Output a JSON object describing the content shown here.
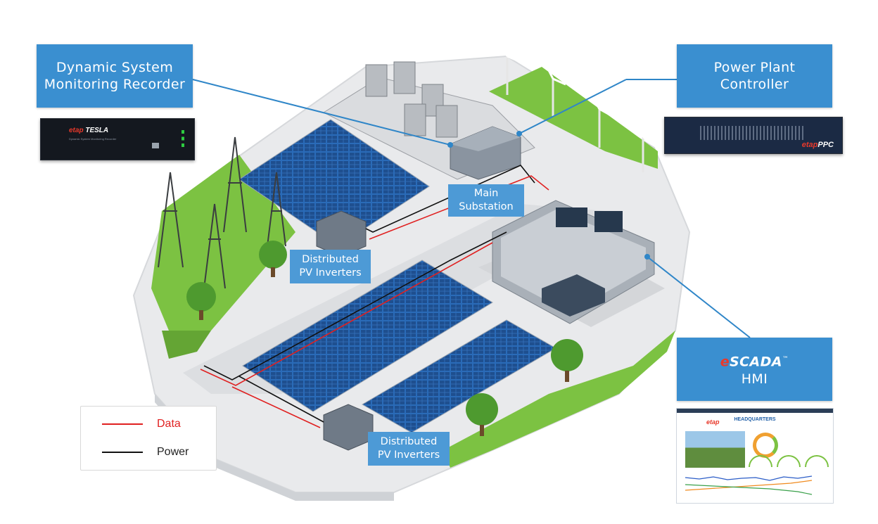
{
  "callouts": {
    "dsmr": {
      "line1": "Dynamic System",
      "line2": "Monitoring Recorder"
    },
    "ppc": {
      "line1": "Power Plant",
      "line2": "Controller"
    },
    "escada": {
      "brand_e": "e",
      "brand_rest": "SCADA",
      "tm": "™",
      "line2": "HMI"
    }
  },
  "labels": {
    "substation": {
      "line1": "Main",
      "line2": "Substation"
    },
    "inverters_top": {
      "line1": "Distributed",
      "line2": "PV Inverters"
    },
    "inverters_bottom": {
      "line1": "Distributed",
      "line2": "PV Inverters"
    }
  },
  "devices": {
    "tesla": {
      "brand": "etap",
      "model": "TESLA",
      "subtitle": "Dynamic System Monitoring Recorder"
    },
    "ppc": {
      "brand": "etap",
      "model": "PPC"
    }
  },
  "hmi": {
    "title": "HEADQUARTERS",
    "logo": "etap"
  },
  "legend": {
    "data": "Data",
    "power": "Power"
  },
  "colors": {
    "callout": "#3a8fd0",
    "data_line": "#e02020",
    "power_line": "#111111",
    "grass": "#7cc242",
    "panel": "#1e4f8f"
  }
}
